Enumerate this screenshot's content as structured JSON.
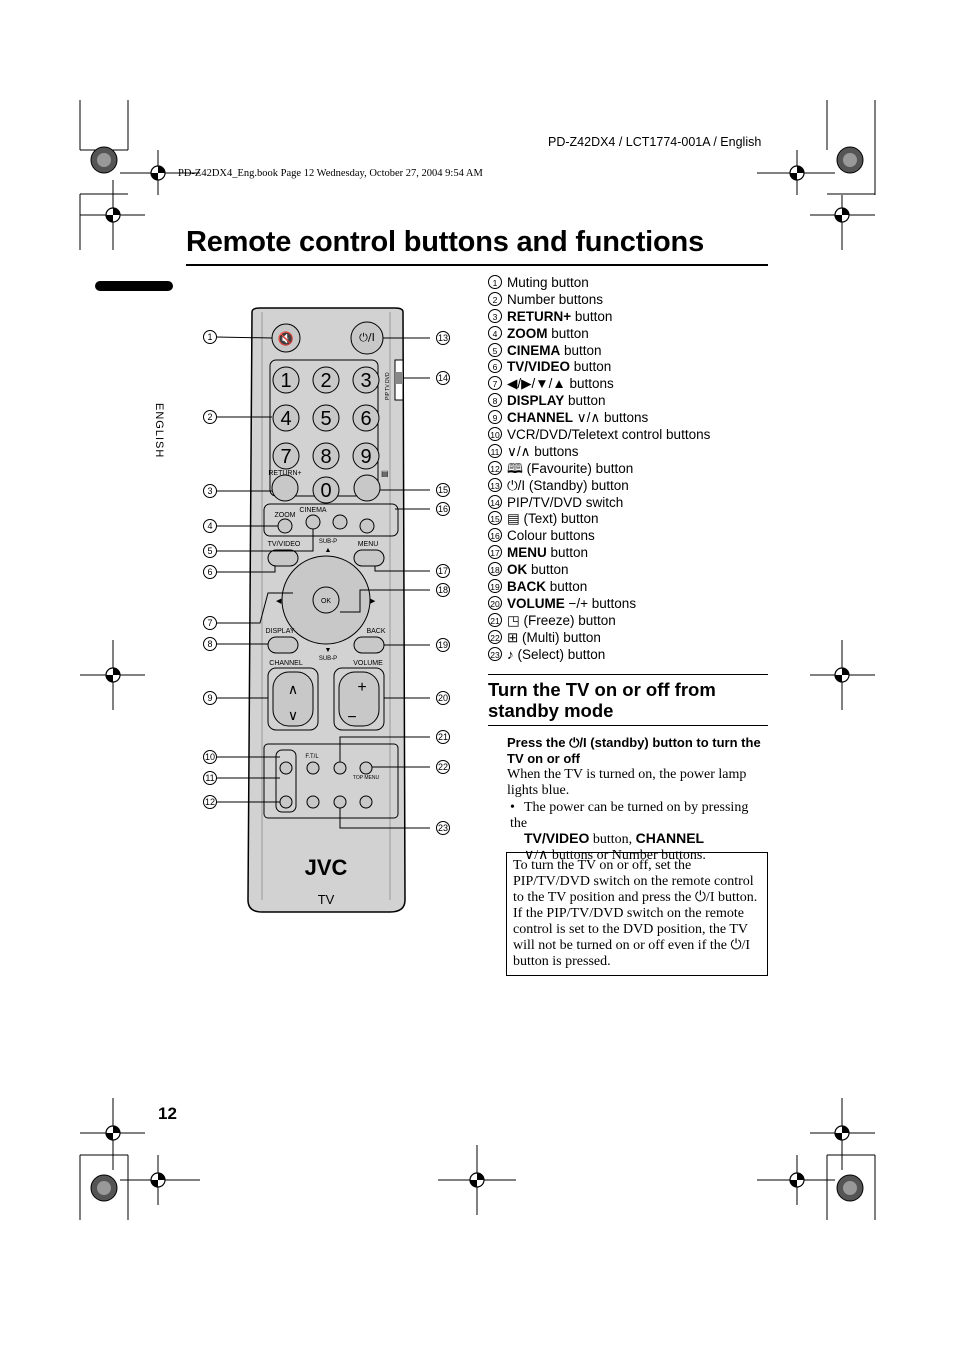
{
  "header": {
    "doc_id": "PD-Z42DX4 / LCT1774-001A / English",
    "book_line": "PD-Z42DX4_Eng.book  Page 12  Wednesday, October 27, 2004  9:54 AM"
  },
  "page": {
    "title": "Remote control buttons and functions",
    "side_language": "ENGLISH",
    "page_number": "12"
  },
  "legend": [
    {
      "num": "1",
      "bold": "",
      "text": "Muting button"
    },
    {
      "num": "2",
      "bold": "",
      "text": "Number buttons"
    },
    {
      "num": "3",
      "bold": "RETURN+",
      "text": " button"
    },
    {
      "num": "4",
      "bold": "ZOOM",
      "text": " button"
    },
    {
      "num": "5",
      "bold": "CINEMA",
      "text": " button"
    },
    {
      "num": "6",
      "bold": "TV/VIDEO",
      "text": " button"
    },
    {
      "num": "7",
      "bold": "",
      "text": "◀/▶/▼/▲ buttons"
    },
    {
      "num": "8",
      "bold": "DISPLAY",
      "text": " button"
    },
    {
      "num": "9",
      "bold": "CHANNEL",
      "text": " ∨/∧ buttons"
    },
    {
      "num": "10",
      "bold": "",
      "text": "VCR/DVD/Teletext control buttons"
    },
    {
      "num": "11",
      "bold": "",
      "text": "∨/∧ buttons"
    },
    {
      "num": "12",
      "bold": "",
      "text": "🕮 (Favourite) button"
    },
    {
      "num": "13",
      "bold": "",
      "text": "⏻/I (Standby) button"
    },
    {
      "num": "14",
      "bold": "",
      "text": "PIP/TV/DVD switch"
    },
    {
      "num": "15",
      "bold": "",
      "text": "▤ (Text) button"
    },
    {
      "num": "16",
      "bold": "",
      "text": "Colour buttons"
    },
    {
      "num": "17",
      "bold": "MENU",
      "text": " button"
    },
    {
      "num": "18",
      "bold": "OK",
      "text": " button"
    },
    {
      "num": "19",
      "bold": "BACK",
      "text": " button"
    },
    {
      "num": "20",
      "bold": "VOLUME",
      "text": " −/+ buttons"
    },
    {
      "num": "21",
      "bold": "",
      "text": "◳ (Freeze) button"
    },
    {
      "num": "22",
      "bold": "",
      "text": "⊞ (Multi) button"
    },
    {
      "num": "23",
      "bold": "",
      "text": "♪ (Select) button"
    }
  ],
  "section": {
    "title": "Turn the TV on or off from standby mode",
    "step_bold": "Press the ⏻/I (standby) button to turn the TV on or off",
    "step_text": "When the TV is turned on, the power lamp lights blue.",
    "bullet_mark": "•",
    "bullet_pre": "The power can be turned on by pressing the",
    "bullet_b1": "TV/VIDEO",
    "bullet_mid": " button,",
    "bullet_b2": "CHANNEL",
    "bullet_post": "∨/∧ buttons or Number buttons.",
    "note": "To turn the TV on or off, set the PIP/TV/DVD switch on the remote control to the TV position and press the ⏻/I button. If the PIP/TV/DVD switch on the remote control is set to the DVD position, the TV will not be turned on or off even if the ⏻/I button is pressed."
  },
  "remote": {
    "brand": "JVC",
    "model": "TV",
    "digits": [
      "1",
      "2",
      "3",
      "4",
      "5",
      "6",
      "7",
      "8",
      "9",
      "0"
    ],
    "labels": {
      "return": "RETURN+",
      "zoom": "ZOOM",
      "cinema": "CINEMA",
      "tvvideo": "TV/VIDEO",
      "subp_top": "SUB-P",
      "menu": "MENU",
      "ok": "OK",
      "display": "DISPLAY",
      "back": "BACK",
      "subp_bottom": "SUB-P",
      "channel": "CHANNEL",
      "volume": "VOLUME",
      "ftl": "F.T/L",
      "topmenu": "TOP MENU",
      "switch": "PIP TV DVD"
    },
    "callouts": [
      "1",
      "2",
      "3",
      "4",
      "5",
      "6",
      "7",
      "8",
      "9",
      "10",
      "11",
      "12",
      "13",
      "14",
      "15",
      "16",
      "17",
      "18",
      "19",
      "20",
      "21",
      "22",
      "23"
    ]
  }
}
